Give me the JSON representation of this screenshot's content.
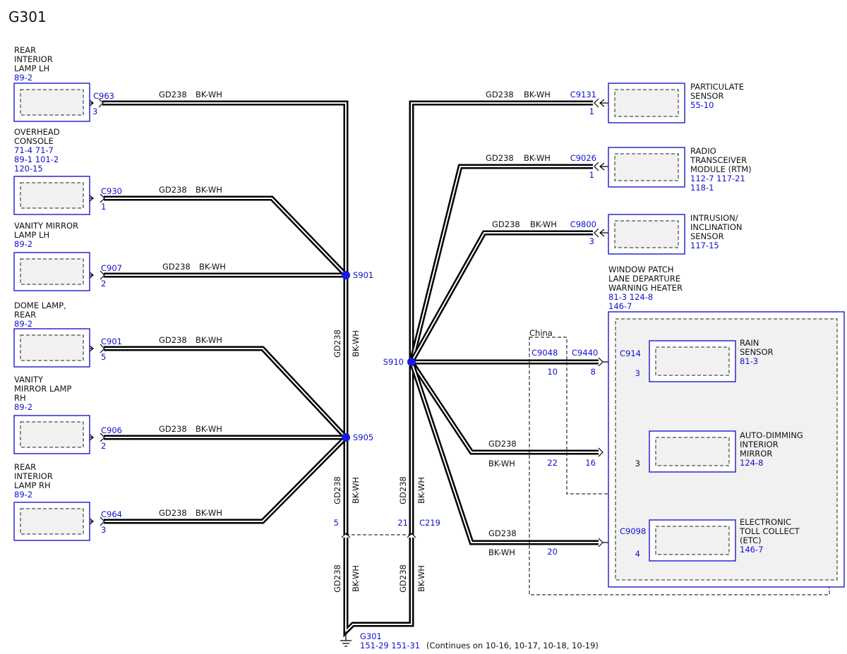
{
  "title": "G301",
  "wire": {
    "code": "GD238",
    "color": "BK-WH"
  },
  "left_components": [
    {
      "name_lines": [
        "REAR",
        "INTERIOR",
        "LAMP LH"
      ],
      "refs": [
        "89-2"
      ],
      "connector": "C963",
      "pin": "3"
    },
    {
      "name_lines": [
        "OVERHEAD",
        "CONSOLE"
      ],
      "refs": [
        "71-4   71-7",
        "89-1   101-2",
        "120-15"
      ],
      "connector": "C930",
      "pin": "1"
    },
    {
      "name_lines": [
        "VANITY MIRROR",
        "LAMP LH"
      ],
      "refs": [
        "89-2"
      ],
      "connector": "C907",
      "pin": "2"
    },
    {
      "name_lines": [
        "DOME LAMP,",
        "REAR"
      ],
      "refs": [
        "89-2"
      ],
      "connector": "C901",
      "pin": "5"
    },
    {
      "name_lines": [
        "VANITY",
        "MIRROR LAMP",
        "RH"
      ],
      "refs": [
        "89-2"
      ],
      "connector": "C906",
      "pin": "2"
    },
    {
      "name_lines": [
        "REAR",
        "INTERIOR",
        "LAMP RH"
      ],
      "refs": [
        "89-2"
      ],
      "connector": "C964",
      "pin": "3"
    }
  ],
  "right_components": [
    {
      "name_lines": [
        "PARTICULATE",
        "SENSOR"
      ],
      "refs": [
        "55-10"
      ],
      "connector": "C9131",
      "pin": "1"
    },
    {
      "name_lines": [
        "RADIO",
        "TRANSCEIVER",
        "MODULE (RTM)"
      ],
      "refs": [
        "112-7   117-21",
        "118-1"
      ],
      "connector": "C9026",
      "pin": "1"
    },
    {
      "name_lines": [
        "INTRUSION/",
        "INCLINATION",
        "SENSOR"
      ],
      "refs": [
        "117-15"
      ],
      "connector": "C9800",
      "pin": "3"
    }
  ],
  "window_patch": {
    "name_lines": [
      "WINDOW PATCH",
      "LANE DEPARTURE",
      "WARNING HEATER"
    ],
    "refs": [
      "81-3   124-8",
      "146-7"
    ]
  },
  "inner_components": [
    {
      "name_lines": [
        "RAIN",
        "SENSOR"
      ],
      "refs": [
        "81-3"
      ],
      "connector": "C914",
      "pin": "3"
    },
    {
      "name_lines": [
        "AUTO-DIMMING",
        "INTERIOR",
        "MIRROR"
      ],
      "refs": [
        "124-8"
      ],
      "connector": "",
      "pin": "3"
    },
    {
      "name_lines": [
        "ELECTRONIC",
        "TOLL COLLECT",
        "(ETC)"
      ],
      "refs": [
        "146-7"
      ],
      "connector": "C9098",
      "pin": "4"
    }
  ],
  "china_label": "China",
  "inline_connectors": {
    "china": "C9048",
    "mid": "C9440"
  },
  "inline_pins": {
    "rain": [
      "10",
      "8"
    ],
    "mirror": [
      "22",
      "16"
    ],
    "etc": [
      "20"
    ]
  },
  "splices": {
    "s901": "S901",
    "s905": "S905",
    "s910": "S910"
  },
  "c219": {
    "name": "C219",
    "pin_left": "5",
    "pin_right": "21"
  },
  "ground": {
    "name": "G301",
    "refs": "151-29   151-31",
    "note": "(Continues on 10-16, 10-17, 10-18, 10-19)"
  }
}
